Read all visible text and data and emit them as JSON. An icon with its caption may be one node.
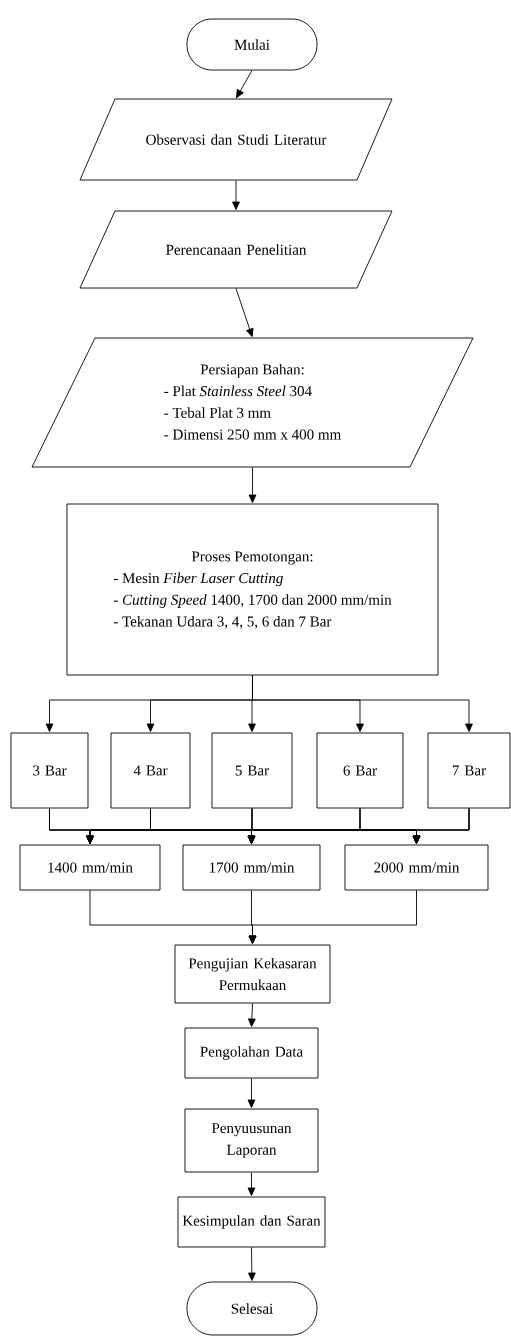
{
  "diagram": {
    "nodes": [
      {
        "text": [
          "Mulai"
        ]
      },
      {
        "text": [
          "Observasi dan Studi Literatur"
        ]
      },
      {
        "text": [
          "Perencanaan Penelitian"
        ]
      },
      {
        "text": [
          "Persiapan Bahan:",
          "- Plat *Stainless Steel* 304",
          "- Tebal Plat 3 mm",
          "- Dimensi 250 mm x 400 mm"
        ]
      },
      {
        "text": [
          "Proses Pemotongan:",
          "- Mesin *Fiber Laser Cutting*",
          "- *Cutting Speed* 1400, 1700 dan 2000 mm/min",
          "- Tekanan Udara 3, 4, 5, 6 dan 7 Bar"
        ]
      },
      {
        "text": [
          "3 Bar"
        ]
      },
      {
        "text": [
          "4 Bar"
        ]
      },
      {
        "text": [
          "5 Bar"
        ]
      },
      {
        "text": [
          "6 Bar"
        ]
      },
      {
        "text": [
          "7 Bar"
        ]
      },
      {
        "text": [
          "1400 mm/min"
        ]
      },
      {
        "text": [
          "1700 mm/min"
        ]
      },
      {
        "text": [
          "2000 mm/min"
        ]
      },
      {
        "text": [
          "Pengujian Kekasaran Permukaan"
        ]
      },
      {
        "text": [
          "Pengolahan Data"
        ]
      },
      {
        "text": [
          "Penyuusunan Laporan"
        ]
      },
      {
        "text": [
          "Kesimpulan dan Saran"
        ]
      },
      {
        "text": [
          "Selesai"
        ]
      }
    ],
    "edges": [
      {
        "from": 0,
        "to": 1,
        "arrow": "to"
      },
      {
        "from": 1,
        "to": 2,
        "arrow": "to"
      },
      {
        "from": 2,
        "to": 3,
        "arrow": "to"
      },
      {
        "from": 3,
        "to": 4,
        "arrow": "to"
      },
      {
        "from": 4,
        "to": 5,
        "arrow": "to"
      },
      {
        "from": 4,
        "to": 6,
        "arrow": "to"
      },
      {
        "from": 4,
        "to": 7,
        "arrow": "to"
      },
      {
        "from": 4,
        "to": 8,
        "arrow": "to"
      },
      {
        "from": 4,
        "to": 9,
        "arrow": "to"
      },
      {
        "from": 5,
        "to": 10,
        "arrow": "to"
      },
      {
        "from": 5,
        "to": 11,
        "arrow": "to"
      },
      {
        "from": 5,
        "to": 12,
        "arrow": "to"
      },
      {
        "from": 6,
        "to": 10,
        "arrow": "to"
      },
      {
        "from": 6,
        "to": 11,
        "arrow": "to"
      },
      {
        "from": 6,
        "to": 12,
        "arrow": "to"
      },
      {
        "from": 7,
        "to": 10,
        "arrow": "to"
      },
      {
        "from": 7,
        "to": 11,
        "arrow": "to"
      },
      {
        "from": 7,
        "to": 12,
        "arrow": "to"
      },
      {
        "from": 8,
        "to": 10,
        "arrow": "to"
      },
      {
        "from": 8,
        "to": 11,
        "arrow": "to"
      },
      {
        "from": 8,
        "to": 12,
        "arrow": "to"
      },
      {
        "from": 9,
        "to": 10,
        "arrow": "to"
      },
      {
        "from": 9,
        "to": 11,
        "arrow": "to"
      },
      {
        "from": 9,
        "to": 12,
        "arrow": "to"
      },
      {
        "from": 10,
        "to": 13,
        "arrow": "to"
      },
      {
        "from": 11,
        "to": 13,
        "arrow": "to"
      },
      {
        "from": 12,
        "to": 13,
        "arrow": "to"
      },
      {
        "from": 13,
        "to": 14,
        "arrow": "to"
      },
      {
        "from": 14,
        "to": 15,
        "arrow": "to"
      },
      {
        "from": 15,
        "to": 16,
        "arrow": "to"
      },
      {
        "from": 16,
        "to": 17,
        "arrow": "to"
      }
    ]
  }
}
